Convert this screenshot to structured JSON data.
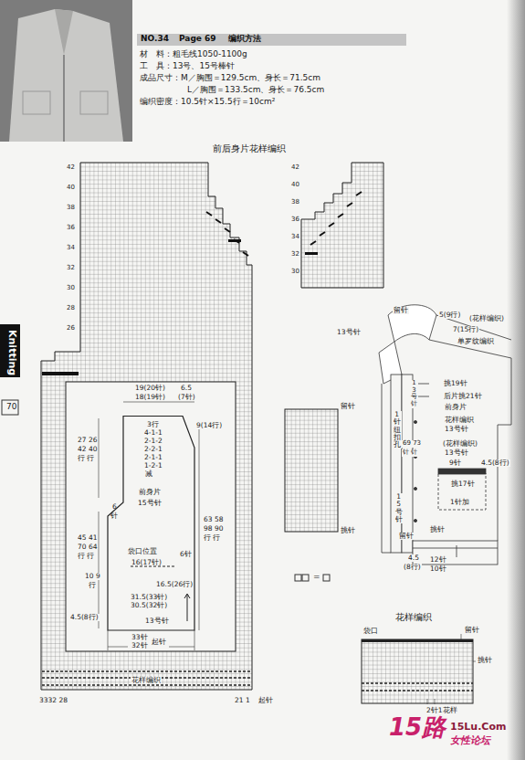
{
  "diagram": {
    "nodes": [
      {
        "text": [
          "NO.34",
          "Page 69",
          "编织方法"
        ]
      },
      {
        "text": [
          "前身片",
          "15号针"
        ]
      }
    ],
    "labels": [
      "材　料：粗毛线1050-1100g",
      "工　具：13号、15号棒针",
      "成品尺寸：M／胸围＝129.5cm、身长＝71.5cm",
      "L／胸围＝133.5cm、身长＝76.5cm",
      "编织密度：10.5针×15.5行＝10cm²",
      "前后身片花样编织",
      "Knitting",
      "70",
      "19(20针)",
      "18(19针)",
      "6.5",
      "(7针)",
      "3行",
      "4-1-1",
      "2-1-2",
      "2-2-1",
      "2-1-1",
      "1-2-1",
      "减",
      "9(14行)",
      "27 26",
      "42 40",
      "行 行",
      "6",
      "针",
      "45 41",
      "70 64",
      "行 行",
      "63 58",
      "98 90",
      "行 行",
      "袋口位置",
      "16(17针)",
      "6针",
      "10 9",
      "行",
      "16.5(26行)",
      "31.5(33针)",
      "30.5(32针)",
      "4.5(8行)",
      "13号针",
      "33针",
      "32针",
      "起针",
      "花样编织",
      "起针",
      "3332 28",
      "21 1",
      "留针",
      "挑针",
      "=",
      "留针",
      "5(9行)",
      "(花样编织)",
      "7(15行)",
      "单罗纹编织",
      "13号针",
      "挑19针",
      "后片挑21针",
      "前身片",
      "花样编织",
      "13号针",
      "(花样编织)",
      "13号针",
      "4.5(8行)",
      "9针",
      "挑17针",
      "1针加",
      "1针纽扣孔",
      "13号针",
      "69 73",
      "针 针",
      "15号针",
      "挑针",
      "12针",
      "10针",
      "4.5",
      "(8行)",
      "留针",
      "花样编织",
      "袋口",
      "留针",
      "挑针",
      "2针1花样",
      "15路",
      "15Lu.Com",
      "女性论坛",
      "42",
      "40",
      "38",
      "36",
      "34",
      "32",
      "30",
      "28",
      "26",
      "42",
      "40",
      "38",
      "36",
      "34",
      "32",
      "30"
    ]
  }
}
